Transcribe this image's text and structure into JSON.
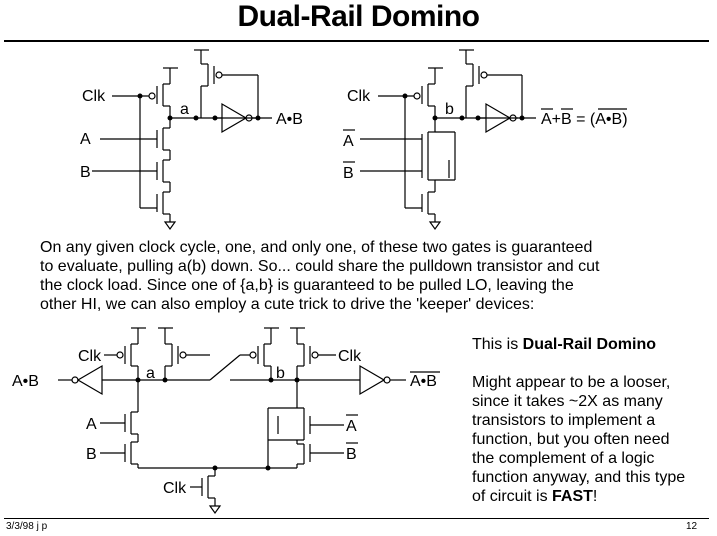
{
  "title": "Dual-Rail Domino",
  "paragraph": [
    "On any given clock cycle, one, and only one, of these two gates is guaranteed",
    "to evaluate, pulling a(b) down.  So... could share the pulldown transistor and cut",
    "the clock load.  Since one of {a,b} is guaranteed to be pulled LO, leaving the",
    "other HI, we can also employ a cute trick to drive the 'keeper' devices:"
  ],
  "side_title_prefix": "This is ",
  "side_title_bold": "Dual-Rail Domino",
  "side_body": [
    "Might appear to be a looser,",
    "since it takes ~2X as many",
    "transistors to implement a",
    "function, but you often need",
    "the complement of a logic",
    "function anyway, and this type"
  ],
  "side_last_prefix": "of circuit is ",
  "side_last_bold": "FAST",
  "side_last_suffix": "!",
  "footer_left": "3/3/98  j p",
  "footer_right": "12",
  "circuit1": {
    "clk": "Clk",
    "a_in": "A",
    "b_in": "B",
    "node": "a",
    "out": "A•B"
  },
  "circuit2": {
    "clk": "Clk",
    "a_in": "A",
    "b_in": "B",
    "node": "b",
    "out": "A+B = (A•B)"
  },
  "circuit3": {
    "clk_left": "Clk",
    "clk_right": "Clk",
    "clk_bottom": "Clk",
    "out_left": "A•B",
    "out_right": "A•B",
    "node_a": "a",
    "node_b": "b",
    "a_left": "A",
    "b_left": "B",
    "a_right": "A",
    "b_right": "B"
  }
}
